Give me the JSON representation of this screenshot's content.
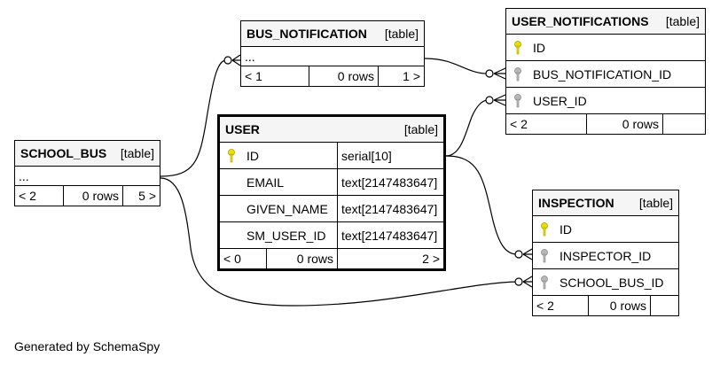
{
  "tables": {
    "bus_notification": {
      "name": "BUS_NOTIFICATION",
      "kind": "[table]",
      "columns": [
        "..."
      ],
      "footer": {
        "parents": "< 1",
        "rows": "0 rows",
        "children": "1 >"
      }
    },
    "user_notifications": {
      "name": "USER_NOTIFICATIONS",
      "kind": "[table]",
      "columns": [
        {
          "name": "ID",
          "key": "pk"
        },
        {
          "name": "BUS_NOTIFICATION_ID",
          "key": "fk"
        },
        {
          "name": "USER_ID",
          "key": "fk"
        }
      ],
      "footer": {
        "parents": "< 2",
        "rows": "0 rows",
        "children": ""
      }
    },
    "user": {
      "name": "USER",
      "kind": "[table]",
      "columns": [
        {
          "name": "ID",
          "type": "serial[10]",
          "key": "pk"
        },
        {
          "name": "EMAIL",
          "type": "text[2147483647]",
          "key": ""
        },
        {
          "name": "GIVEN_NAME",
          "type": "text[2147483647]",
          "key": ""
        },
        {
          "name": "SM_USER_ID",
          "type": "text[2147483647]",
          "key": ""
        }
      ],
      "footer": {
        "parents": "< 0",
        "rows": "0 rows",
        "children": "2 >"
      }
    },
    "school_bus": {
      "name": "SCHOOL_BUS",
      "kind": "[table]",
      "columns": [
        "..."
      ],
      "footer": {
        "parents": "< 2",
        "rows": "0 rows",
        "children": "5 >"
      }
    },
    "inspection": {
      "name": "INSPECTION",
      "kind": "[table]",
      "columns": [
        {
          "name": "ID",
          "key": "pk"
        },
        {
          "name": "INSPECTOR_ID",
          "key": "fk"
        },
        {
          "name": "SCHOOL_BUS_ID",
          "key": "fk"
        }
      ],
      "footer": {
        "parents": "< 2",
        "rows": "0 rows",
        "children": ""
      }
    }
  },
  "key_colors": {
    "pk": "#e8e000",
    "fk": "#b8b8b8"
  },
  "footer_note": "Generated by SchemaSpy"
}
